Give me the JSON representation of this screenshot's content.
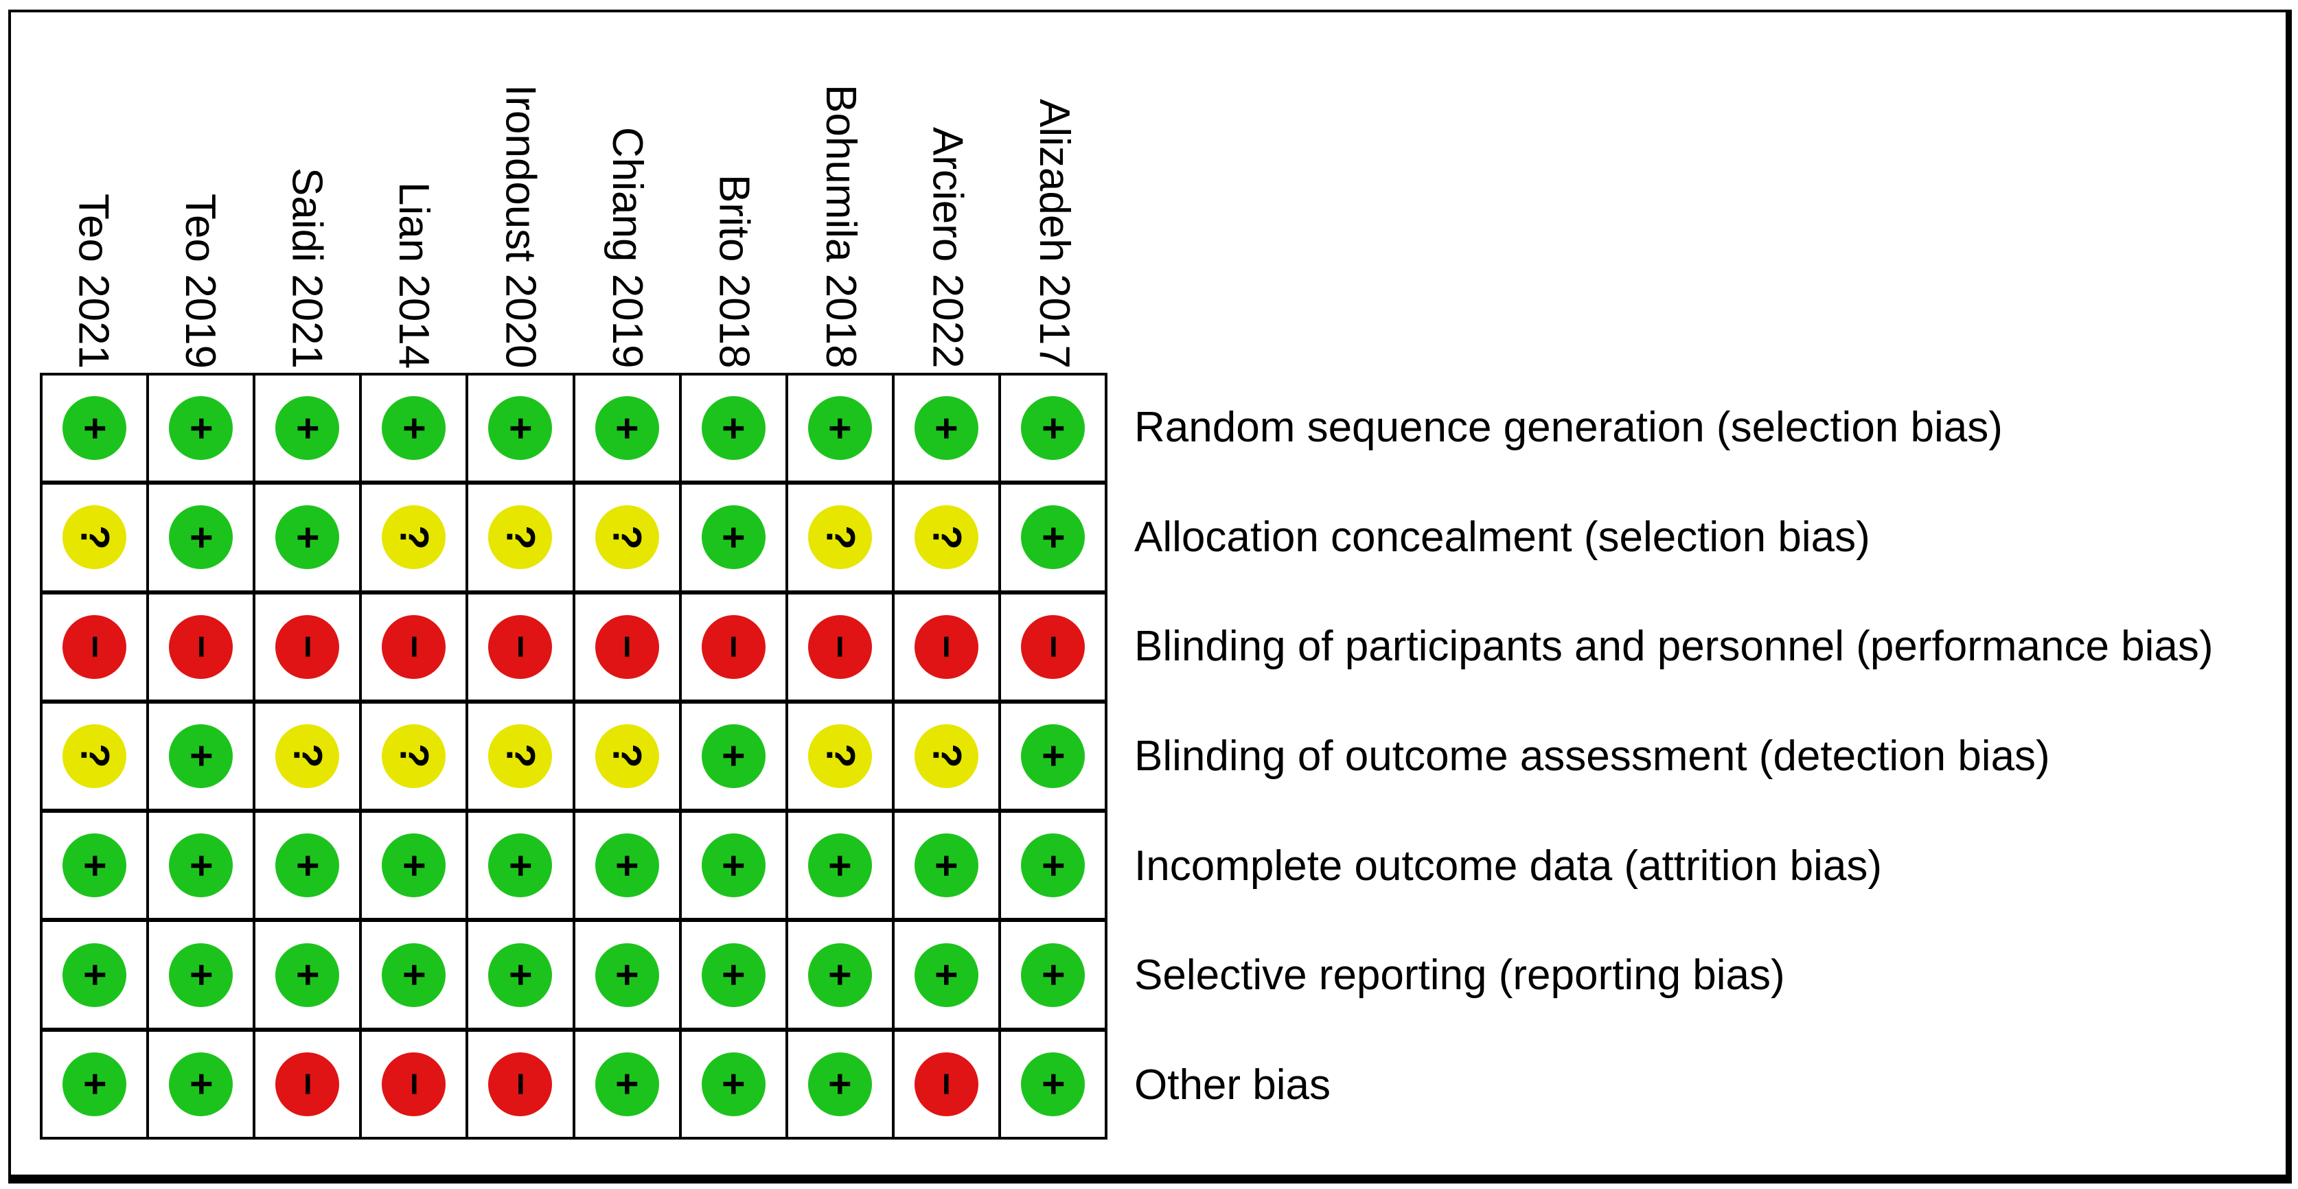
{
  "chart_data": {
    "type": "heatmap",
    "columns": [
      "Teo 2021",
      "Teo 2019",
      "Saidi 2021",
      "Lian 2014",
      "Irondoust 2020",
      "Chiang 2019",
      "Brito 2018",
      "Bohumila 2018",
      "Arciero 2022",
      "Alizadeh 2017"
    ],
    "rows": [
      {
        "label": "Random sequence generation (selection bias)",
        "values": [
          "+",
          "+",
          "+",
          "+",
          "+",
          "+",
          "+",
          "+",
          "+",
          "+"
        ]
      },
      {
        "label": "Allocation concealment (selection bias)",
        "values": [
          "?",
          "+",
          "+",
          "?",
          "?",
          "?",
          "+",
          "?",
          "?",
          "+"
        ]
      },
      {
        "label": "Blinding of participants and personnel (performance bias)",
        "values": [
          "-",
          "-",
          "-",
          "-",
          "-",
          "-",
          "-",
          "-",
          "-",
          "-"
        ]
      },
      {
        "label": "Blinding of outcome assessment (detection bias)",
        "values": [
          "?",
          "+",
          "?",
          "?",
          "?",
          "?",
          "+",
          "?",
          "?",
          "+"
        ]
      },
      {
        "label": "Incomplete outcome data (attrition bias)",
        "values": [
          "+",
          "+",
          "+",
          "+",
          "+",
          "+",
          "+",
          "+",
          "+",
          "+"
        ]
      },
      {
        "label": "Selective reporting (reporting bias)",
        "values": [
          "+",
          "+",
          "+",
          "+",
          "+",
          "+",
          "+",
          "+",
          "+",
          "+"
        ]
      },
      {
        "label": "Other bias",
        "values": [
          "+",
          "+",
          "-",
          "-",
          "-",
          "+",
          "+",
          "+",
          "-",
          "+"
        ]
      }
    ],
    "legend": {
      "low": {
        "symbol": "+",
        "color": "#1DC31D"
      },
      "unclear": {
        "symbol": "?",
        "color": "#E6E600"
      },
      "high": {
        "symbol": "−",
        "color": "#E01414"
      }
    },
    "grid": true,
    "legend_position": "none"
  }
}
